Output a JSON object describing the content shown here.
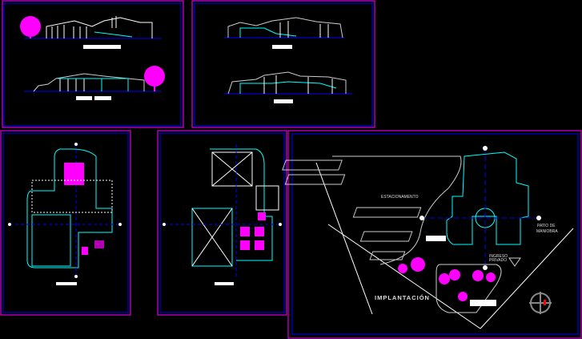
{
  "colors": {
    "background": "#000000",
    "frame": "#ff00ff",
    "inner_frame": "#0000ff",
    "structure": "#00ffff",
    "lines": "#ffffff",
    "trees": "#ff00ff",
    "axis": "#0000ff"
  },
  "site_plan": {
    "parking_label": "ESTACIONAMENTO",
    "maneuver_label_1": "PATIO DE",
    "maneuver_label_2": "MANIOBRA",
    "entrance_label_1": "INGRESO",
    "entrance_label_2": "PRIVADO",
    "title": "IMPLANTACIÓN"
  },
  "icons": [
    "tree-icon",
    "north-arrow-icon"
  ]
}
